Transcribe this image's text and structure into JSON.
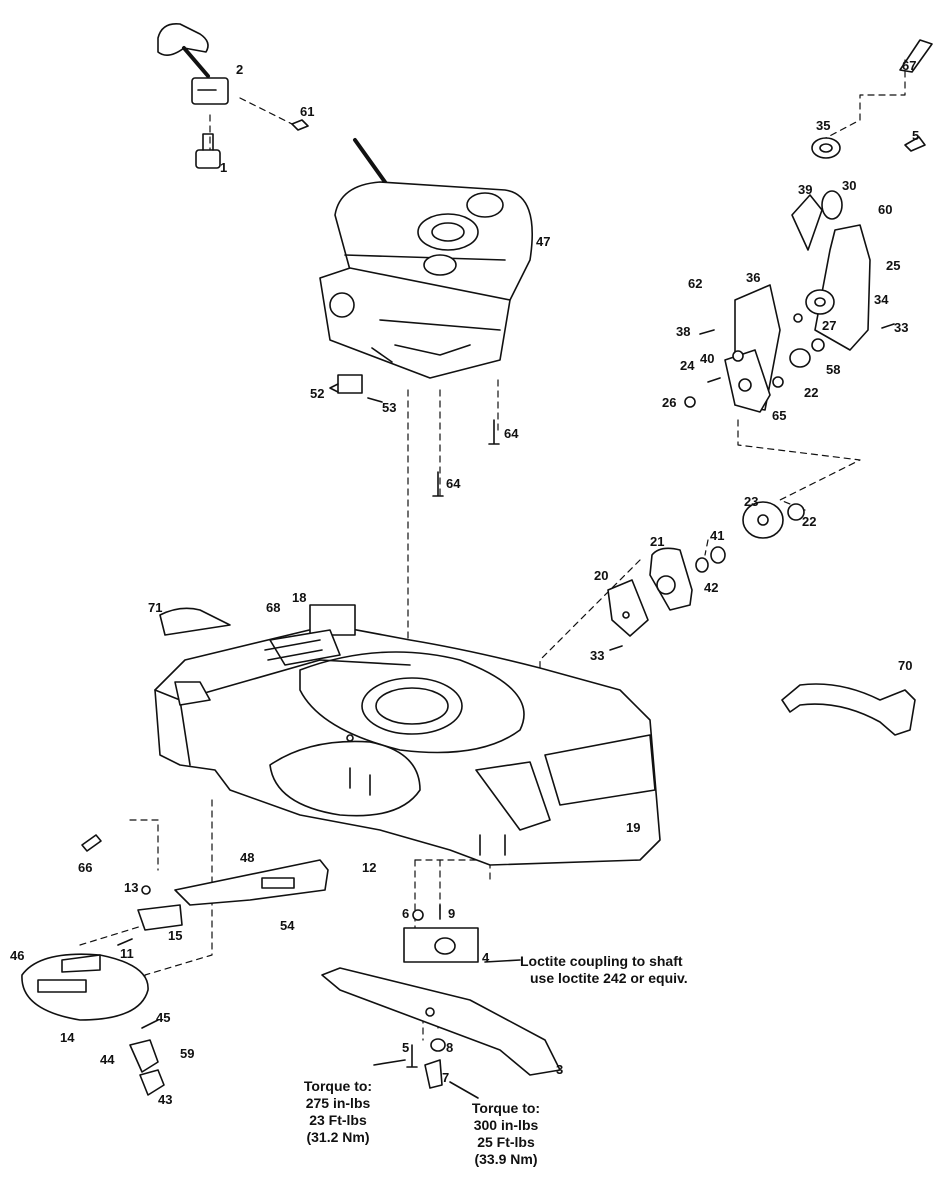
{
  "part_labels": {
    "p67": "67",
    "p5a": "5",
    "p35": "35",
    "p30": "30",
    "p39": "39",
    "p60": "60",
    "p25": "25",
    "p62": "62",
    "p36": "36",
    "p34": "34",
    "p27": "27",
    "p33a": "33",
    "p38": "38",
    "p40": "40",
    "p58": "58",
    "p24": "24",
    "p22a": "22",
    "p26": "26",
    "p65": "65",
    "p2": "2",
    "p61": "61",
    "p1": "1",
    "p47": "47",
    "p52": "52",
    "p53": "53",
    "p64a": "64",
    "p64b": "64",
    "p23": "23",
    "p22b": "22",
    "p21": "21",
    "p41": "41",
    "p42": "42",
    "p20": "20",
    "p33b": "33",
    "p71": "71",
    "p68": "68",
    "p18": "18",
    "p70": "70",
    "p19": "19",
    "p12": "12",
    "p66": "66",
    "p48": "48",
    "p13": "13",
    "p15": "15",
    "p54": "54",
    "p11": "11",
    "p6": "6",
    "p9": "9",
    "p4": "4",
    "p46": "46",
    "p14": "14",
    "p45": "45",
    "p44": "44",
    "p59": "59",
    "p43": "43",
    "p5b": "5",
    "p8": "8",
    "p7": "7",
    "p3": "3"
  },
  "notes": {
    "loctite": [
      "Loctite coupling to shaft",
      "use loctite 242 or equiv."
    ],
    "torque_left": [
      "Torque to:",
      "275 in-lbs",
      "23 Ft-lbs",
      "(31.2 Nm)"
    ],
    "torque_right": [
      "Torque to:",
      "300 in-lbs",
      "25 Ft-lbs",
      "(33.9 Nm)"
    ]
  }
}
